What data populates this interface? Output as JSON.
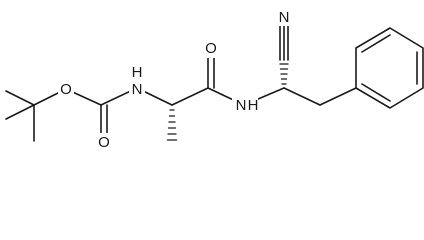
{
  "molecule": {
    "atoms": {
      "O_ester": "O",
      "N_carbamate": "N",
      "H_carbamate": "H",
      "O_carbamate_carbonyl": "O",
      "O_amide_carbonyl": "O",
      "N_amide": "N",
      "H_amide": "H",
      "N_nitrile": "N"
    }
  }
}
